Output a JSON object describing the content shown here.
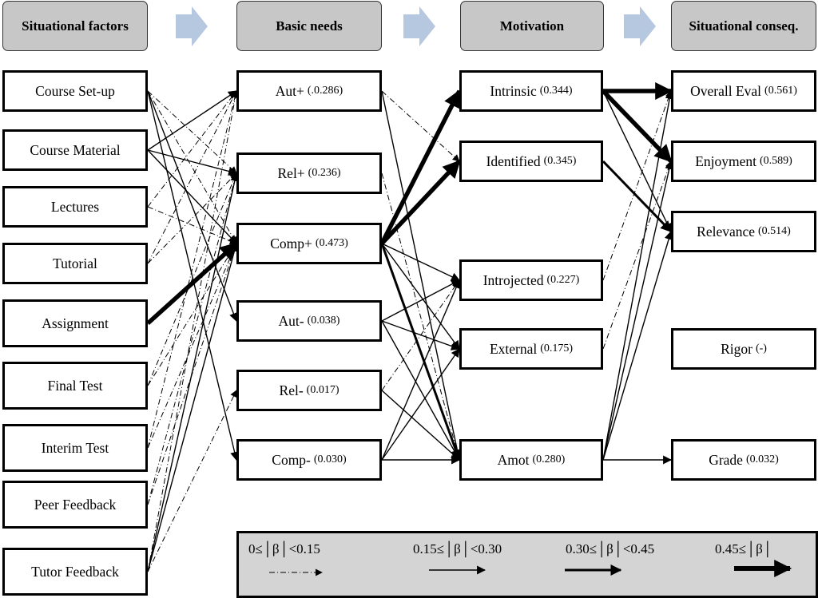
{
  "headers": {
    "situational": "Situational factors",
    "basic": "Basic needs",
    "motivation": "Motivation",
    "consequences": "Situational conseq."
  },
  "factors": [
    {
      "id": "course-setup",
      "label": "Course Set-up"
    },
    {
      "id": "course-material",
      "label": "Course Material"
    },
    {
      "id": "lectures",
      "label": "Lectures"
    },
    {
      "id": "tutorial",
      "label": "Tutorial"
    },
    {
      "id": "assignment",
      "label": "Assignment"
    },
    {
      "id": "final-test",
      "label": "Final Test"
    },
    {
      "id": "interim-test",
      "label": "Interim Test"
    },
    {
      "id": "peer-feedback",
      "label": "Peer Feedback"
    },
    {
      "id": "tutor-feedback",
      "label": "Tutor Feedback"
    }
  ],
  "needs": [
    {
      "id": "aut-plus",
      "label": "Aut+",
      "value": "(.0.286)"
    },
    {
      "id": "rel-plus",
      "label": "Rel+",
      "value": "(0.236)"
    },
    {
      "id": "comp-plus",
      "label": "Comp+",
      "value": "(0.473)"
    },
    {
      "id": "aut-minus",
      "label": "Aut-",
      "value": "(0.038)"
    },
    {
      "id": "rel-minus",
      "label": "Rel-",
      "value": "(0.017)"
    },
    {
      "id": "comp-minus",
      "label": "Comp-",
      "value": "(0.030)"
    }
  ],
  "motivation": [
    {
      "id": "intrinsic",
      "label": "Intrinsic",
      "value": "(0.344)"
    },
    {
      "id": "identified",
      "label": "Identified",
      "value": "(0.345)"
    },
    {
      "id": "introjected",
      "label": "Introjected",
      "value": "(0.227)"
    },
    {
      "id": "external",
      "label": "External",
      "value": "(0.175)"
    },
    {
      "id": "amot",
      "label": "Amot",
      "value": "(0.280)"
    }
  ],
  "consequences": [
    {
      "id": "overall-eval",
      "label": "Overall Eval",
      "value": "(0.561)"
    },
    {
      "id": "enjoyment",
      "label": "Enjoyment",
      "value": "(0.589)"
    },
    {
      "id": "relevance",
      "label": "Relevance",
      "value": "(0.514)"
    },
    {
      "id": "rigor",
      "label": "Rigor",
      "value": "(-)"
    },
    {
      "id": "grade",
      "label": "Grade",
      "value": "(0.032)"
    }
  ],
  "legend": {
    "items": [
      {
        "label": "0≤│β│<0.15",
        "strength": 0
      },
      {
        "label": "0.15≤│β│<0.30",
        "strength": 1
      },
      {
        "label": "0.30≤│β│<0.45",
        "strength": 2
      },
      {
        "label": "0.45≤│β│",
        "strength": 3
      }
    ]
  },
  "edges": [
    {
      "from": "course-setup",
      "to": "aut-minus",
      "strength": 1
    },
    {
      "from": "course-setup",
      "to": "comp-minus",
      "strength": 1
    },
    {
      "from": "course-setup",
      "to": "comp-plus",
      "strength": 0
    },
    {
      "from": "course-setup",
      "to": "rel-plus",
      "strength": 0
    },
    {
      "from": "course-material",
      "to": "aut-plus",
      "strength": 1
    },
    {
      "from": "course-material",
      "to": "rel-plus",
      "strength": 1
    },
    {
      "from": "course-material",
      "to": "comp-plus",
      "strength": 1
    },
    {
      "from": "lectures",
      "to": "comp-plus",
      "strength": 0
    },
    {
      "from": "lectures",
      "to": "aut-plus",
      "strength": 0
    },
    {
      "from": "tutorial",
      "to": "aut-plus",
      "strength": 0
    },
    {
      "from": "tutorial",
      "to": "rel-plus",
      "strength": 0
    },
    {
      "from": "assignment",
      "to": "comp-plus",
      "strength": 3
    },
    {
      "from": "final-test",
      "to": "rel-plus",
      "strength": 0
    },
    {
      "from": "final-test",
      "to": "comp-plus",
      "strength": 0
    },
    {
      "from": "interim-test",
      "to": "aut-plus",
      "strength": 0
    },
    {
      "from": "interim-test",
      "to": "comp-plus",
      "strength": 0
    },
    {
      "from": "peer-feedback",
      "to": "rel-plus",
      "strength": 0
    },
    {
      "from": "peer-feedback",
      "to": "comp-plus",
      "strength": 0
    },
    {
      "from": "tutor-feedback",
      "to": "aut-plus",
      "strength": 0
    },
    {
      "from": "tutor-feedback",
      "to": "rel-plus",
      "strength": 1
    },
    {
      "from": "tutor-feedback",
      "to": "comp-plus",
      "strength": 1
    },
    {
      "from": "tutor-feedback",
      "to": "rel-minus",
      "strength": 0
    },
    {
      "from": "aut-plus",
      "to": "identified",
      "strength": 0
    },
    {
      "from": "aut-plus",
      "to": "amot",
      "strength": 1
    },
    {
      "from": "rel-plus",
      "to": "amot",
      "strength": 0
    },
    {
      "from": "comp-plus",
      "to": "intrinsic",
      "strength": 3
    },
    {
      "from": "comp-plus",
      "to": "identified",
      "strength": 3
    },
    {
      "from": "comp-plus",
      "to": "introjected",
      "strength": 1
    },
    {
      "from": "comp-plus",
      "to": "external",
      "strength": 1
    },
    {
      "from": "comp-plus",
      "to": "amot",
      "strength": 2
    },
    {
      "from": "aut-minus",
      "to": "external",
      "strength": 1
    },
    {
      "from": "aut-minus",
      "to": "amot",
      "strength": 1
    },
    {
      "from": "aut-minus",
      "to": "introjected",
      "strength": 1
    },
    {
      "from": "rel-minus",
      "to": "introjected",
      "strength": 0
    },
    {
      "from": "rel-minus",
      "to": "amot",
      "strength": 1
    },
    {
      "from": "comp-minus",
      "to": "introjected",
      "strength": 1
    },
    {
      "from": "comp-minus",
      "to": "external",
      "strength": 1
    },
    {
      "from": "comp-minus",
      "to": "amot",
      "strength": 1
    },
    {
      "from": "intrinsic",
      "to": "overall-eval",
      "strength": 3
    },
    {
      "from": "intrinsic",
      "to": "enjoyment",
      "strength": 3
    },
    {
      "from": "intrinsic",
      "to": "relevance",
      "strength": 1
    },
    {
      "from": "identified",
      "to": "relevance",
      "strength": 2
    },
    {
      "from": "introjected",
      "to": "overall-eval",
      "strength": 0
    },
    {
      "from": "external",
      "to": "enjoyment",
      "strength": 0
    },
    {
      "from": "amot",
      "to": "overall-eval",
      "strength": 1
    },
    {
      "from": "amot",
      "to": "enjoyment",
      "strength": 1
    },
    {
      "from": "amot",
      "to": "relevance",
      "strength": 1
    },
    {
      "from": "amot",
      "to": "grade",
      "strength": 1
    }
  ]
}
